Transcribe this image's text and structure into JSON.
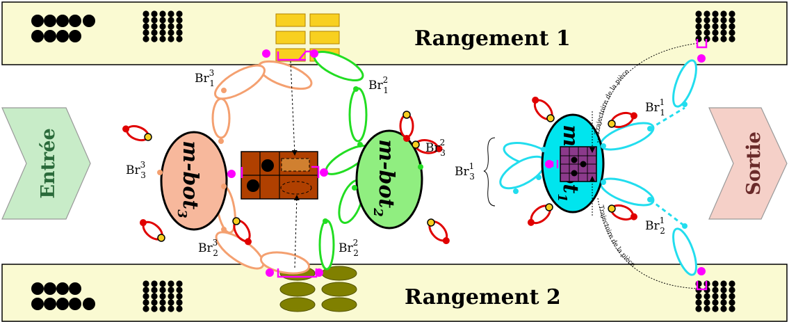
{
  "storage": {
    "top_title": "Rangement 1",
    "bottom_title": "Rangement 2"
  },
  "flow": {
    "entry_label": "Entrée",
    "exit_label": "Sortie"
  },
  "robots": [
    {
      "name": "m-bot",
      "index": "3"
    },
    {
      "name": "m-bot",
      "index": "2"
    },
    {
      "name": "m-bot",
      "index": "1"
    }
  ],
  "branches": {
    "br1_3": {
      "base": "Br",
      "sub": "1",
      "sup": "3"
    },
    "br3_3": {
      "base": "Br",
      "sub": "3",
      "sup": "3"
    },
    "br2_3": {
      "base": "Br",
      "sub": "2",
      "sup": "3"
    },
    "br1_2": {
      "base": "Br",
      "sub": "1",
      "sup": "2"
    },
    "br3_2": {
      "base": "Br",
      "sub": "3",
      "sup": "2"
    },
    "br2_2": {
      "base": "Br",
      "sub": "2",
      "sup": "2"
    },
    "br1_1": {
      "base": "Br",
      "sub": "1",
      "sup": "1"
    },
    "br3_1": {
      "base": "Br",
      "sub": "3",
      "sup": "1"
    },
    "br2_1": {
      "base": "Br",
      "sub": "2",
      "sup": "1"
    }
  },
  "trajectory": {
    "top_label": "Trajectoire de la pièce",
    "bottom_label": "Trajectoire de la pièce"
  },
  "colors": {
    "band_fill": "#fafad2",
    "entry_fill": "#c8ecc8",
    "exit_fill": "#f5d0c8",
    "robot3": "#f7b89c",
    "robot2": "#90ee80",
    "robot1": "#00e5ee",
    "arm3": "#f4a070",
    "arm2": "#22dd22",
    "arm1": "#22ddee",
    "joint": "#ff00ff",
    "gripper_red": "#e00000",
    "gold_block": "#f8d020",
    "olive_disk": "#808000",
    "work_table": "#b04000",
    "grid_piece": "#8b3a8b"
  }
}
